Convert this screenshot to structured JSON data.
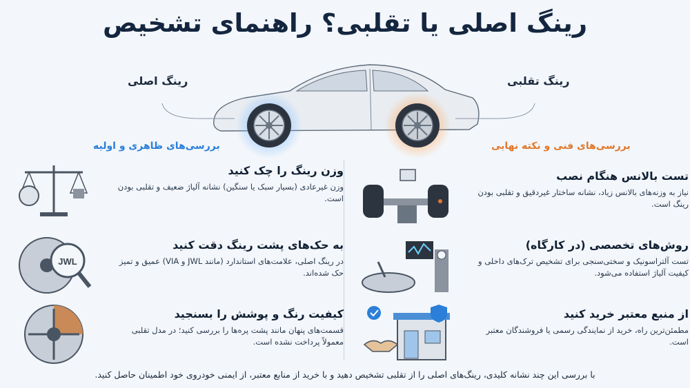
{
  "title": "رینگ اصلی یا تقلبی؟ راهنمای تشخیص",
  "labels": {
    "original": "رینگ اصلی",
    "fake": "رینگ تقلبی"
  },
  "sections": {
    "left": "بررسی‌های ظاهری و اولیه",
    "right": "بررسی‌های فنی و نکته نهایی"
  },
  "colors": {
    "original_accent": "#2b7fd8",
    "fake_accent": "#e0782a",
    "title": "#14263f"
  },
  "left_cards": [
    {
      "icon": "scale-icon",
      "title": "وزن رینگ را چک کنید",
      "text": "وزن غیرعادی (بسیار سبک یا سنگین) نشانه آلیاژ ضعیف و تقلبی بودن است."
    },
    {
      "icon": "magnifier-icon",
      "title": "به حک‌های پشت رینگ دقت کنید",
      "text": "در رینگ اصلی، علامت‌های استاندارد (مانند JWL و VIA) عمیق و تمیز حک شده‌اند."
    },
    {
      "icon": "paint-wheel-icon",
      "title": "کیفیت رنگ و پوشش را بسنجید",
      "text": "قسمت‌های پنهان مانند پشت پره‌ها را بررسی کنید؛ در مدل تقلبی معمولاً پرداخت نشده است."
    }
  ],
  "right_cards": [
    {
      "icon": "balance-machine-icon",
      "title": "تست بالانس هنگام نصب",
      "text": "نیاز به وزنه‌های بالانس زیاد، نشانه ساختار غیردقیق و تقلبی بودن رینگ است."
    },
    {
      "icon": "lab-test-icon",
      "title": "روش‌های تخصصی (در کارگاه)",
      "text": "تست آلتراسونیک و سختی‌سنجی برای تشخیص ترک‌های داخلی و کیفیت آلیاژ استفاده می‌شود."
    },
    {
      "icon": "store-icon",
      "title": "از منبع معتبر خرید کنید",
      "text": "مطمئن‌ترین راه، خرید از نمایندگی رسمی یا فروشندگان معتبر است."
    }
  ],
  "magnifier_text": "JWL",
  "footer": "با بررسی این چند نشانه کلیدی، رینگ‌های اصلی را از تقلبی تشخیص دهید و با خرید از منابع معتبر، از ایمنی خودروی خود اطمینان حاصل کنید."
}
